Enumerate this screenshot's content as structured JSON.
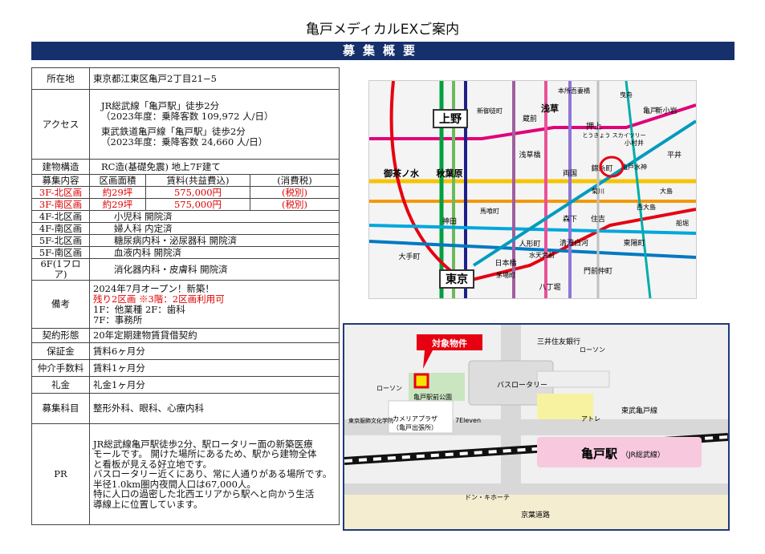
{
  "title": "亀戸メディカルEXご案内",
  "banner": "募集概要",
  "spec": {
    "location_label": "所在地",
    "location_value": "東京都江東区亀戸2丁目21−5",
    "access_label": "アクセス",
    "access_lines": [
      "JR総武線「亀戸駅」徒歩2分",
      "（2023年度：乗降客数 109,972 人/日）",
      "東武鉄道亀戸線「亀戸駅」徒歩2分",
      "（2023年度：乗降客数 24,660 人/日）"
    ],
    "structure_label": "建物構造",
    "structure_value": "RC造(基礎免震)  地上7F建て",
    "recruit_header": [
      "募集内容",
      "区画面積",
      "賃料(共益費込)",
      "(消費税)"
    ],
    "recruit_rows": [
      {
        "unit": "3F-北区画",
        "area": "約29坪",
        "rent": "575,000円",
        "tax": "(税別)"
      },
      {
        "unit": "3F-南区画",
        "area": "約29坪",
        "rent": "575,000円",
        "tax": "(税別)"
      }
    ],
    "occupied_rows": [
      {
        "unit": "4F-北区画",
        "tenant": "小児科  開院済"
      },
      {
        "unit": "4F-南区画",
        "tenant": "婦人科  内定済"
      },
      {
        "unit": "5F-北区画",
        "tenant": "糖尿病内科・泌尿器科  開院済"
      },
      {
        "unit": "5F-南区画",
        "tenant": "血液内科  開院済"
      },
      {
        "unit": "6F(1フロア)",
        "tenant": "消化器内科・皮膚科     開院済"
      }
    ],
    "remarks_label": "備考",
    "remarks_lines": [
      "2024年7月オープン！新築！",
      "残り2区画  ※3階：2区画利用可",
      "1F：他業種    2F：歯科",
      "7F：事務所"
    ],
    "contract_label": "契約形態",
    "contract_value": "20年定期建物賃貸借契約",
    "deposit_label": "保証金",
    "deposit_value": "賃料6ヶ月分",
    "brokerage_label": "仲介手数料",
    "brokerage_value": "賃料1ヶ月分",
    "keymoney_label": "礼金",
    "keymoney_value": "礼金1ヶ月分",
    "subjects_label": "募集科目",
    "subjects_value": "整形外科、眼科、心療内科",
    "pr_label": "PR",
    "pr_lines": [
      "JR総武線亀戸駅徒歩2分、駅ロータリー面の新築医療",
      "モールです。 開けた場所にあるため、駅から建物全体",
      "と看板が見える好立地です。",
      "バスロータリー近くにあり、常に人通りがある場所です。",
      "半径1.0km圏内夜間人口は67,000人。",
      "特に人口の過密した北西エリアから駅へと向かう生活",
      "導線上に位置しています。"
    ]
  },
  "route_map": {
    "stations": [
      "上野",
      "東京",
      "秋葉原",
      "御茶ノ水",
      "浅草",
      "押上",
      "錦糸町",
      "亀戸",
      "両国",
      "森下",
      "住吉",
      "日本橋",
      "大手町",
      "神田",
      "新小岩",
      "平井",
      "八丁堀",
      "門前仲町",
      "人形町",
      "浅草橋",
      "蔵前",
      "本所吾妻橋",
      "清澄白河",
      "水天宮前",
      "東陽町",
      "馬喰町",
      "茅場町",
      "亀戸水神",
      "小村井",
      "曳舟",
      "とうきょう スカイツリー",
      "新御徒町",
      "菊川",
      "大島",
      "船堀",
      "西大島"
    ]
  },
  "local_map": {
    "target_label": "対象物件",
    "labels": [
      "三井住友銀行",
      "ローソン",
      "ローソン",
      "バスロータリー",
      "亀戸駅前公園",
      "東京服飾文化学院",
      "カメリアプラザ",
      "（亀戸出張所）",
      "7Eleven",
      "アトレ",
      "東武亀戸線",
      "亀戸駅",
      "（JR総武線）",
      "ドン・キホーテ",
      "京葉道路"
    ]
  },
  "colors": {
    "banner": "#15306b",
    "accent_red": "#e00000",
    "target_yellow": "#f5e400"
  }
}
